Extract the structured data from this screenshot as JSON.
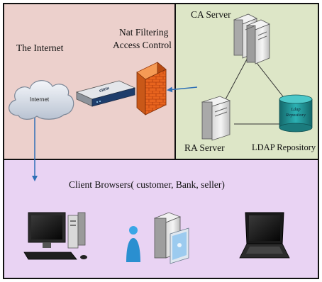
{
  "zones": {
    "internet": {
      "title": "The Internet"
    },
    "firewall": {
      "line1": "Nat Filtering",
      "line2": "Access Control"
    },
    "clients": {
      "title": "Client Browsers( customer, Bank, seller)"
    }
  },
  "nodes": {
    "cloud_label": "Internet",
    "ca_server": "CA Server",
    "ra_server": "RA Server",
    "ldap_repository": "LDAP Repository",
    "ldap_db_line1": "Ldap",
    "ldap_db_line2": "Repository",
    "router_brand": "citrix"
  },
  "colors": {
    "internet_panel": "#ecd0cc",
    "server_panel": "#dde6c7",
    "client_panel": "#e9d3f3",
    "arrow": "#2e6fb6",
    "firewall": "#e8641e",
    "database": "#1f8a8c"
  }
}
